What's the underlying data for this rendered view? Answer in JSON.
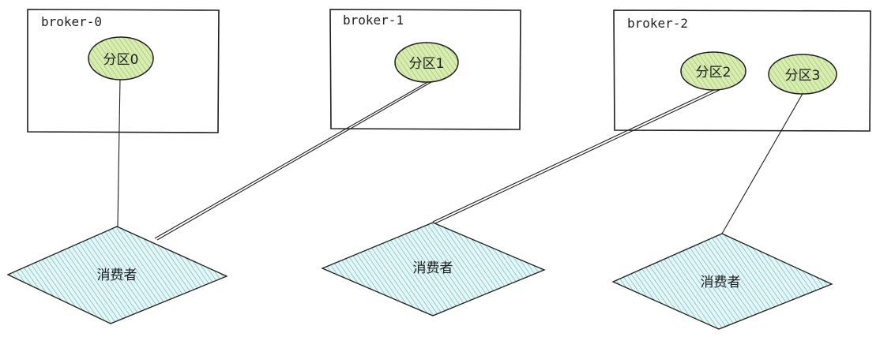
{
  "colors": {
    "partition_fill": "#d8ecb4",
    "partition_hatch": "#9bc45a",
    "consumer_fill": "#cfeaec",
    "consumer_hatch": "#4fb6c0",
    "stroke": "#1e1e1e"
  },
  "brokers": [
    {
      "label": "broker-0"
    },
    {
      "label": "broker-1"
    },
    {
      "label": "broker-2"
    }
  ],
  "partitions": [
    {
      "label": "分区0"
    },
    {
      "label": "分区1"
    },
    {
      "label": "分区2"
    },
    {
      "label": "分区3"
    }
  ],
  "consumers": [
    {
      "label": "消费者"
    },
    {
      "label": "消费者"
    },
    {
      "label": "消费者"
    }
  ]
}
